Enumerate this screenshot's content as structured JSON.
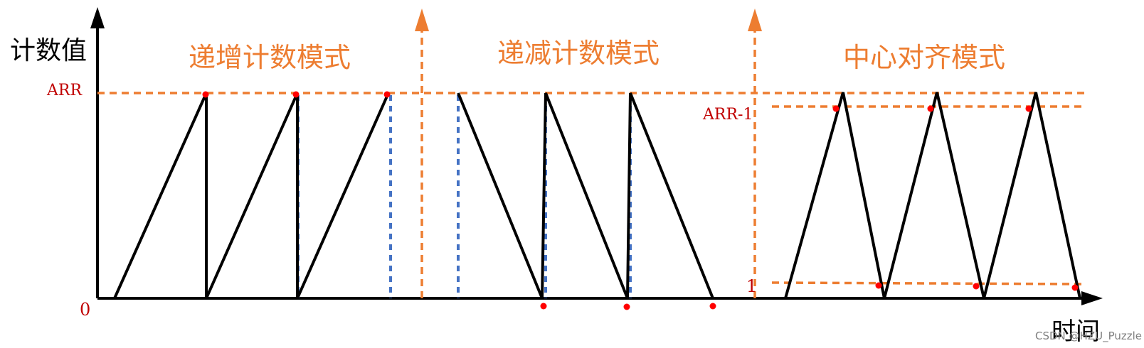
{
  "axes": {
    "y_label": "计数值",
    "x_label": "时间",
    "tick_arr": "ARR",
    "tick_zero": "0",
    "tick_arr_minus_1": "ARR-1",
    "tick_one": "1"
  },
  "sections": {
    "up": "递增计数模式",
    "down": "递减计数模式",
    "center": "中心对齐模式"
  },
  "watermark": "CSDN @HZU_Puzzle",
  "colors": {
    "axis": "#000000",
    "waveform": "#000000",
    "orange": "#ED7D31",
    "blue_dotted": "#4472C4",
    "red_points": "#FF0000",
    "red_text": "#C00000",
    "watermark": "#7f7f7f"
  }
}
